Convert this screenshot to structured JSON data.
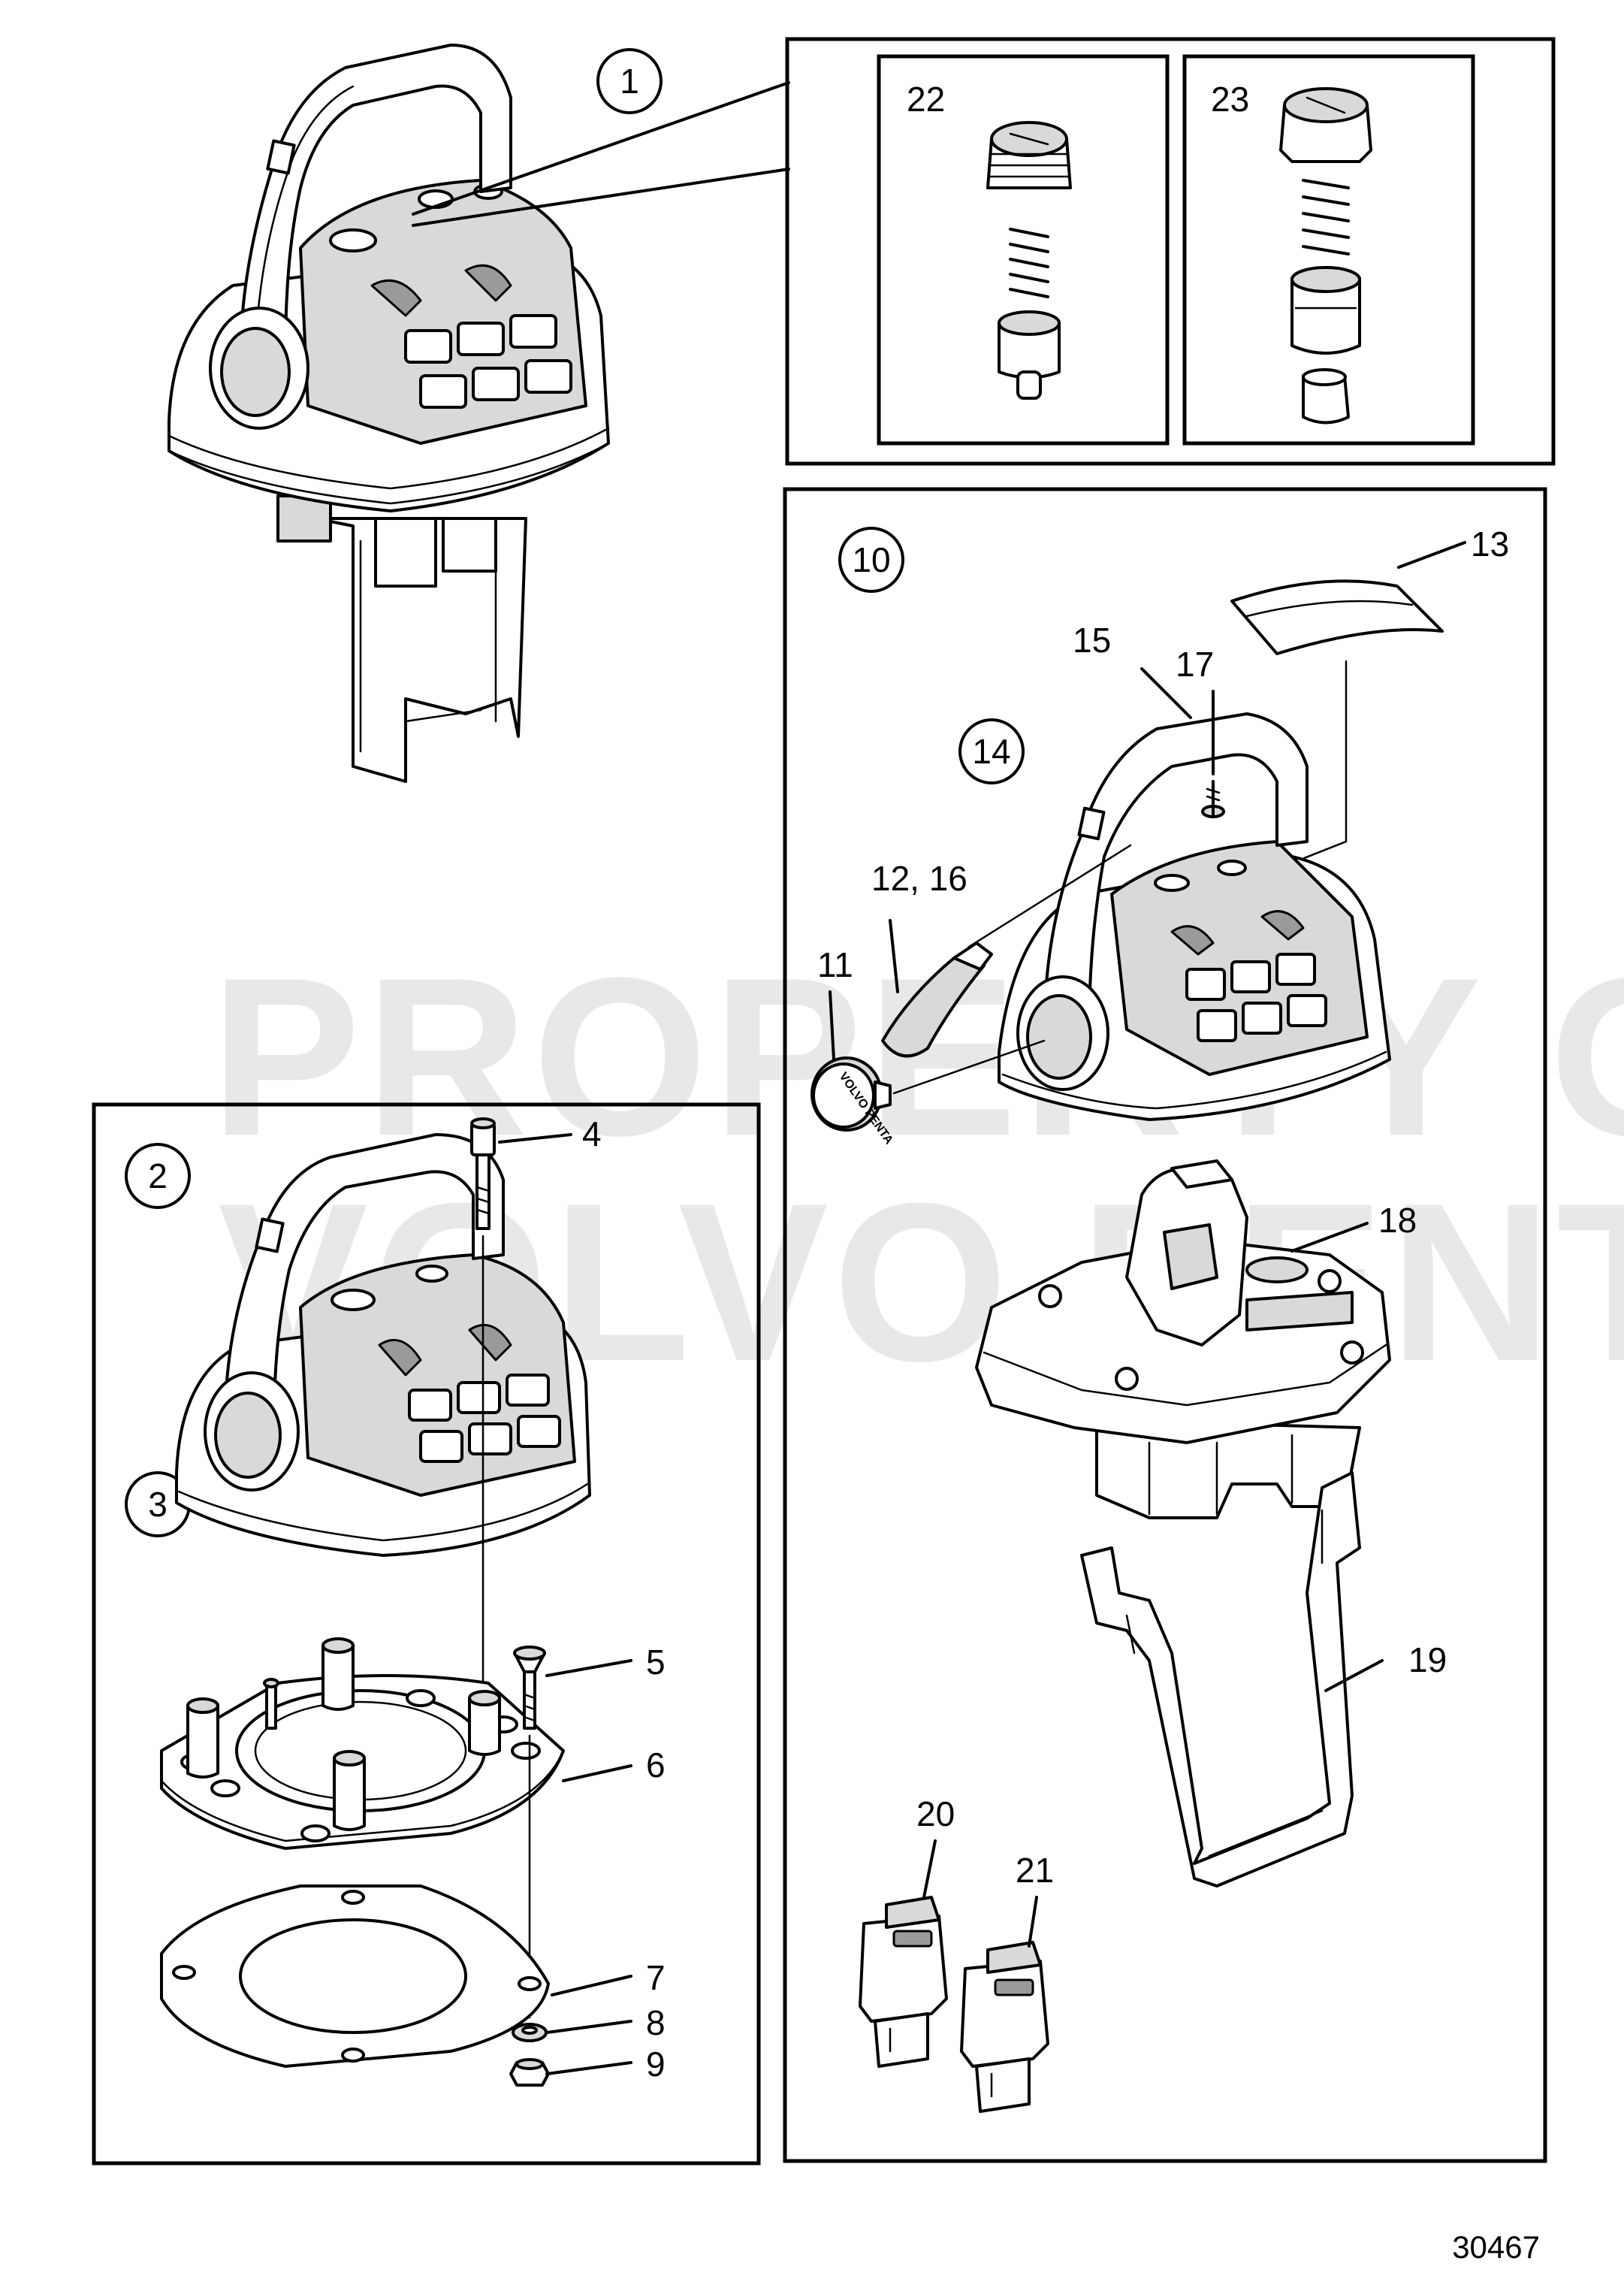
{
  "watermark": {
    "line1": "PROPERTY OF",
    "line2": "VOLVO PENTA"
  },
  "ref_circles": {
    "c1": "1",
    "c2": "2",
    "c3": "3",
    "c10": "10",
    "c14": "14"
  },
  "callouts": {
    "n4": "4",
    "n5": "5",
    "n6": "6",
    "n7": "7",
    "n8": "8",
    "n9": "9",
    "n11": "11",
    "n12_16": "12, 16",
    "n13": "13",
    "n15": "15",
    "n17": "17",
    "n18": "18",
    "n19": "19",
    "n20": "20",
    "n21": "21",
    "n22": "22",
    "n23": "23"
  },
  "cap_logo_text": "VOLVO PENTA",
  "drawing_number": "30467"
}
